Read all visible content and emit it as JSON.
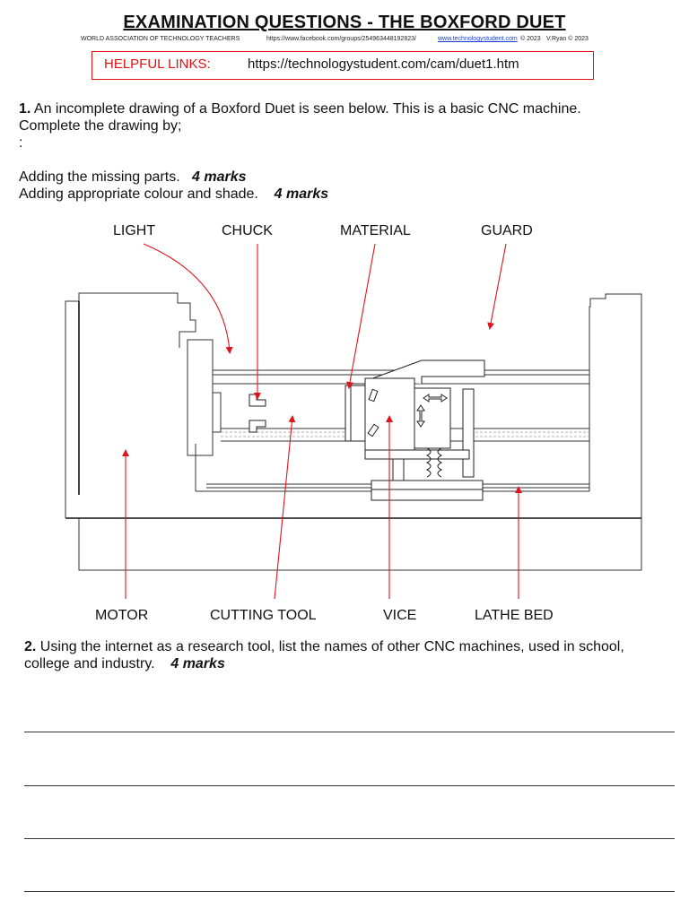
{
  "header": {
    "title": "EXAMINATION QUESTIONS - THE BOXFORD DUET",
    "association": "WORLD ASSOCIATION OF TECHNOLOGY TEACHERS",
    "facebook_url": "https://www.facebook.com/groups/254963448192823/",
    "site_link": "www.technologystudent.com",
    "site_copyright": "© 2023",
    "author": "V.Ryan © 2023"
  },
  "helpful_links": {
    "label": "HELPFUL LINKS:",
    "url": "https://technologystudent.com/cam/duet1.htm"
  },
  "question1": {
    "number": "1.",
    "text_line1": " An incomplete drawing of a Boxford Duet is seen below. This is a basic CNC machine.",
    "text_line2": "Complete the drawing by;",
    "colon": ":",
    "task1_text": "Adding the missing parts.",
    "task1_marks": "4 marks",
    "task2_text": "Adding appropriate colour and shade.",
    "task2_marks": "4 marks"
  },
  "diagram_labels": {
    "light": "LIGHT",
    "chuck": "CHUCK",
    "material": "MATERIAL",
    "guard": "GUARD",
    "motor": "MOTOR",
    "cutting_tool": "CUTTING TOOL",
    "vice": "VICE",
    "lathe_bed": "LATHE BED"
  },
  "question2": {
    "number": "2.",
    "text_line1": " Using the internet as a research tool, list the names of other CNC machines, used in school,",
    "text_line2": "college and industry.",
    "marks": "4 marks"
  },
  "colors": {
    "arrow": "#e0141e",
    "box_border": "#d11111",
    "link": "#1a3fd0"
  }
}
